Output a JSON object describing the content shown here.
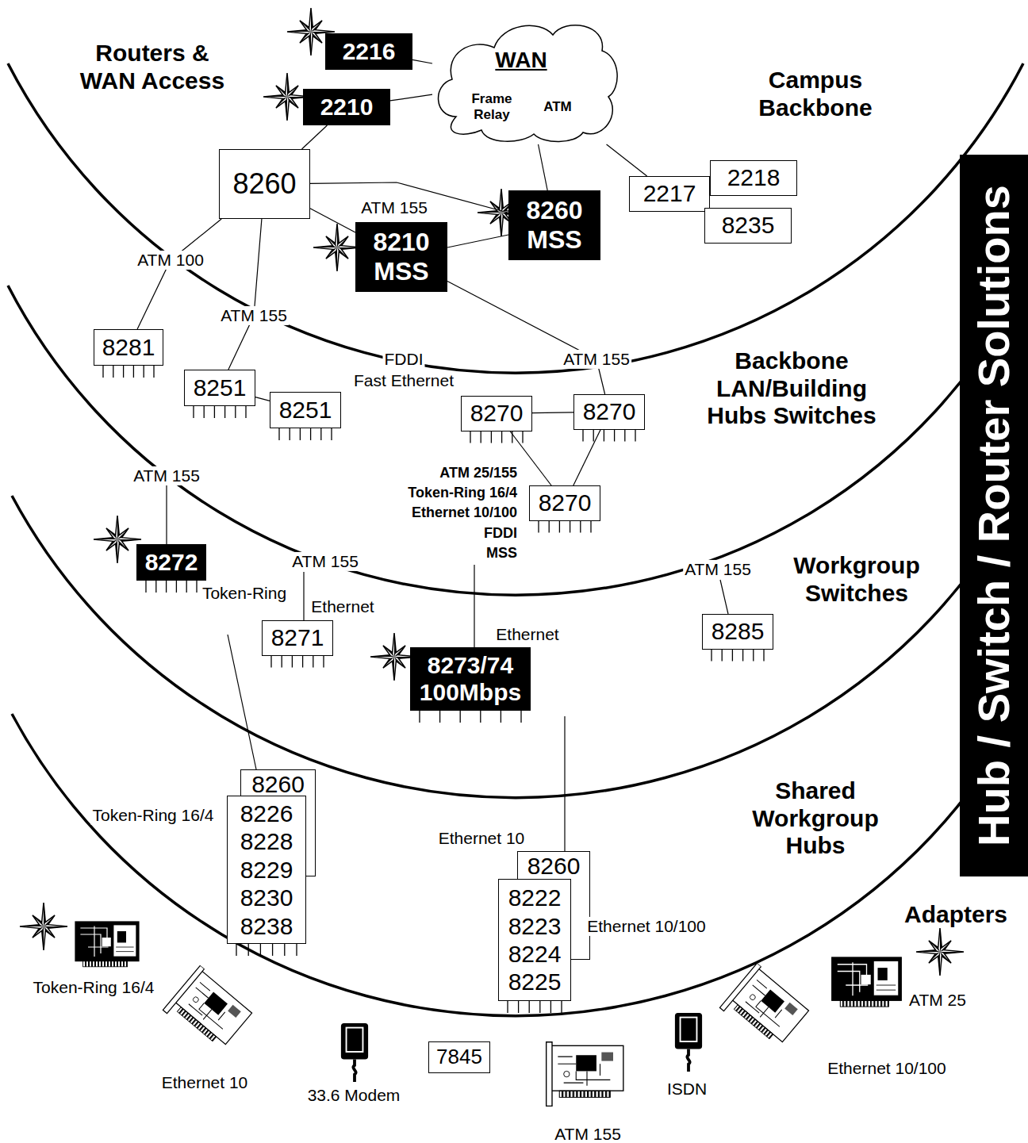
{
  "diagram": {
    "nodes": [
      {
        "text": [
          "2216"
        ]
      },
      {
        "text": [
          "WAN",
          "Frame Relay",
          "ATM"
        ]
      },
      {
        "text": [
          "2210"
        ]
      },
      {
        "text": [
          "8260"
        ]
      },
      {
        "text": [
          "8210",
          "MSS"
        ]
      },
      {
        "text": [
          "8260",
          "MSS"
        ]
      },
      {
        "text": [
          "2217"
        ]
      },
      {
        "text": [
          "2218"
        ]
      },
      {
        "text": [
          "8235"
        ]
      },
      {
        "text": [
          "8281"
        ]
      },
      {
        "text": [
          "8251"
        ]
      },
      {
        "text": [
          "8251"
        ]
      },
      {
        "text": [
          "8270"
        ]
      },
      {
        "text": [
          "8270"
        ]
      },
      {
        "text": [
          "8270"
        ]
      },
      {
        "text": [
          "8272"
        ]
      },
      {
        "text": [
          "8271"
        ]
      },
      {
        "text": [
          "8273/74",
          "100Mbps"
        ]
      },
      {
        "text": [
          "8285"
        ]
      },
      {
        "text": [
          "8260"
        ]
      },
      {
        "text": [
          "8226",
          "8228",
          "8229",
          "8230",
          "8238"
        ]
      },
      {
        "text": [
          "8260"
        ]
      },
      {
        "text": [
          "8222",
          "8223",
          "8224",
          "8225"
        ]
      },
      {
        "text": [
          "7845"
        ]
      }
    ],
    "edges": [
      {
        "from": 0,
        "to": 1,
        "arrow": "none"
      },
      {
        "from": 2,
        "to": 1,
        "arrow": "none"
      },
      {
        "from": 3,
        "to": 2,
        "arrow": "none"
      },
      {
        "from": 3,
        "to": 5,
        "arrow": "none"
      },
      {
        "from": 3,
        "to": 4,
        "arrow": "none"
      },
      {
        "from": 4,
        "to": 5,
        "arrow": "none"
      },
      {
        "from": 1,
        "to": 5,
        "arrow": "none"
      },
      {
        "from": 1,
        "to": 6,
        "arrow": "none"
      },
      {
        "from": 3,
        "to": 9,
        "label": "ATM 100",
        "arrow": "none"
      },
      {
        "from": 3,
        "to": 10,
        "label": "ATM 155",
        "arrow": "none"
      },
      {
        "from": 10,
        "to": 11,
        "arrow": "none"
      },
      {
        "from": 4,
        "to": 13,
        "label": "ATM 155",
        "arrow": "none"
      },
      {
        "from": 12,
        "to": 13,
        "arrow": "none"
      },
      {
        "from": 12,
        "to": 14,
        "arrow": "none"
      },
      {
        "from": 13,
        "to": 14,
        "arrow": "none"
      }
    ],
    "labels": [
      "Routers & WAN Access",
      "Campus Backbone",
      "ATM 155",
      "FDDI",
      "Fast Ethernet",
      "Backbone LAN/Building Hubs Switches",
      "ATM 155",
      "ATM 25/155",
      "Token-Ring 16/4",
      "Ethernet 10/100",
      "FDDI",
      "MSS",
      "ATM 155",
      "Workgroup Switches",
      "ATM 155",
      "Token-Ring",
      "Ethernet",
      "Ethernet",
      "Shared Workgroup Hubs",
      "Token-Ring 16/4",
      "Ethernet 10",
      "Ethernet 10/100",
      "Adapters",
      "Token-Ring 16/4",
      "Ethernet 10",
      "33.6 Modem",
      "ATM 155",
      "ISDN",
      "Ethernet 10/100",
      "ATM 25",
      "Hub / Switch / Router Solutions"
    ]
  }
}
